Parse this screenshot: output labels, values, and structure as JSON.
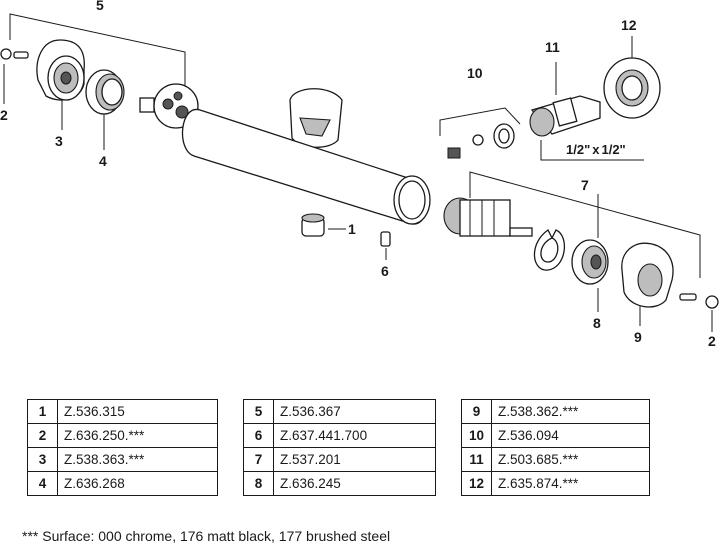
{
  "callouts": {
    "c1": "1",
    "c2a": "2",
    "c2b": "2",
    "c3": "3",
    "c4": "4",
    "c5": "5",
    "c6": "6",
    "c7": "7",
    "c8": "8",
    "c9": "9",
    "c10": "10",
    "c11": "11",
    "c12": "12"
  },
  "thread_size": {
    "a": "1",
    "a_unit": "/2\"",
    "x": "x",
    "b": "1",
    "b_unit": "/2\""
  },
  "parts_tables": [
    [
      {
        "num": "1",
        "code": "Z.536.315"
      },
      {
        "num": "2",
        "code": "Z.636.250.***"
      },
      {
        "num": "3",
        "code": "Z.538.363.***"
      },
      {
        "num": "4",
        "code": "Z.636.268"
      }
    ],
    [
      {
        "num": "5",
        "code": "Z.536.367"
      },
      {
        "num": "6",
        "code": "Z.637.441.700"
      },
      {
        "num": "7",
        "code": "Z.537.201"
      },
      {
        "num": "8",
        "code": "Z.636.245"
      }
    ],
    [
      {
        "num": "9",
        "code": "Z.538.362.***"
      },
      {
        "num": "10",
        "code": "Z.536.094"
      },
      {
        "num": "11",
        "code": "Z.503.685.***"
      },
      {
        "num": "12",
        "code": "Z.635.874.***"
      }
    ]
  ],
  "footnote": "*** Surface: 000 chrome, 176 matt black, 177 brushed steel"
}
